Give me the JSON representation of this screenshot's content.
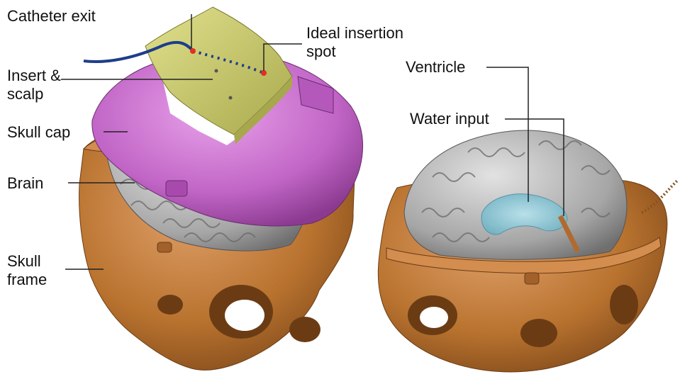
{
  "labels": {
    "catheter_exit": "Catheter exit",
    "ideal_insertion": "Ideal insertion\nspot",
    "insert_scalp": "Insert &\nscalp",
    "skull_cap": "Skull cap",
    "brain": "Brain",
    "skull_frame": "Skull\nframe",
    "ventricle": "Ventricle",
    "water_input": "Water input"
  },
  "colors": {
    "skull_frame": "#c27a3c",
    "skull_cap": "#c468c8",
    "brain": "#a9a9a9",
    "insert": "#c8c86a",
    "catheter": "#1d3e8a",
    "ventricle": "#8fc9d6",
    "marker": "#e03020"
  }
}
